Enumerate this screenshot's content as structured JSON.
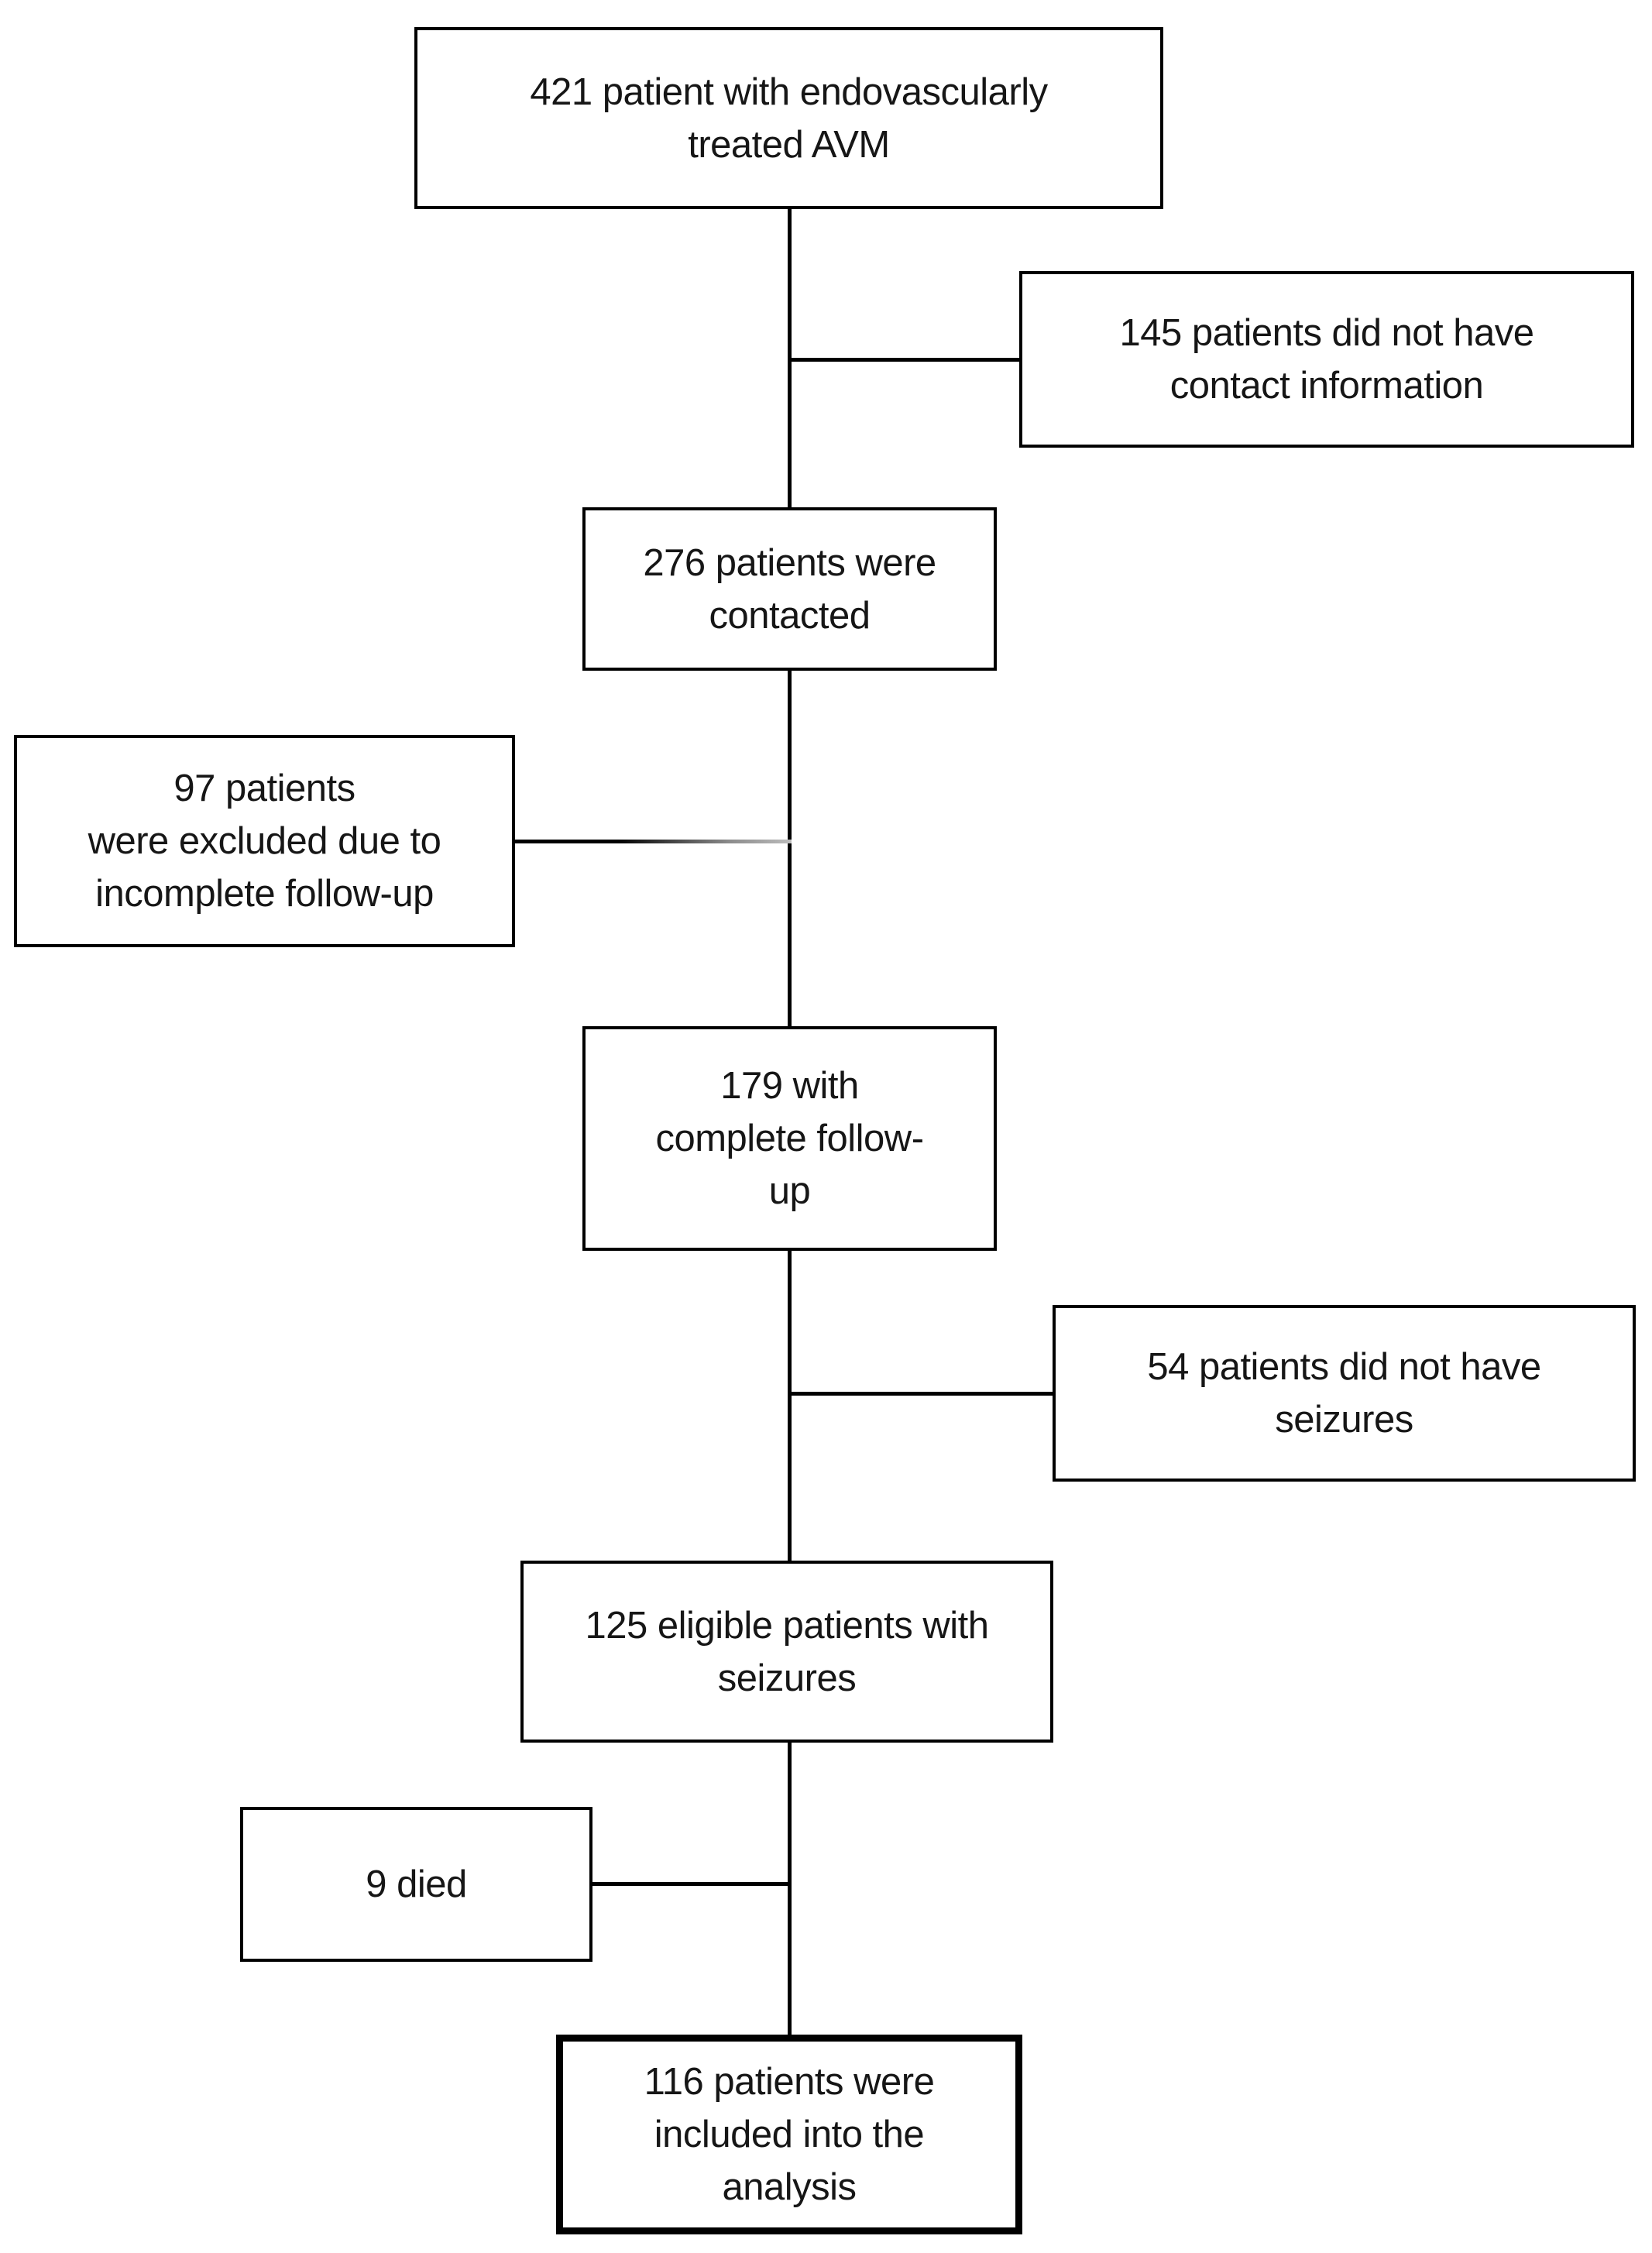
{
  "figure": {
    "type": "flowchart",
    "background": "#ffffff",
    "line_color": "#000000",
    "text_color": "#161616",
    "faded_connector_color": "#8c8c8c",
    "nodes": [
      {
        "id": "treated-avm",
        "value": 421,
        "text": "421 patient with endovascularly\ntreated AVM",
        "emphasis": false
      },
      {
        "id": "no-contact-info",
        "value": 145,
        "text": "145 patients did not have\ncontact information",
        "emphasis": false,
        "kind": "exclusion",
        "side": "right"
      },
      {
        "id": "contacted",
        "value": 276,
        "text": "276 patients were\ncontacted",
        "emphasis": false
      },
      {
        "id": "excluded-incomplete-followup",
        "value": 97,
        "text": "97 patients\nwere excluded due to\nincomplete follow-up",
        "emphasis": false,
        "kind": "exclusion",
        "side": "left"
      },
      {
        "id": "complete-followup",
        "value": 179,
        "text": "179 with\ncomplete follow-\nup",
        "emphasis": false
      },
      {
        "id": "no-seizures",
        "value": 54,
        "text": "54 patients did not have\nseizures",
        "emphasis": false,
        "kind": "exclusion",
        "side": "right"
      },
      {
        "id": "eligible-with-seizures",
        "value": 125,
        "text": "125 eligible patients with\nseizures",
        "emphasis": false
      },
      {
        "id": "died",
        "value": 9,
        "text": "9 died",
        "emphasis": false,
        "kind": "exclusion",
        "side": "left"
      },
      {
        "id": "included-in-analysis",
        "value": 116,
        "text": "116 patients were\nincluded into the\nanalysis",
        "emphasis": true
      }
    ],
    "flow": [
      {
        "from": "treated-avm",
        "to": "contacted"
      },
      {
        "from": "contacted",
        "to": "complete-followup"
      },
      {
        "from": "complete-followup",
        "to": "eligible-with-seizures"
      },
      {
        "from": "eligible-with-seizures",
        "to": "included-in-analysis"
      }
    ],
    "branches": [
      {
        "box": "no-contact-info",
        "between": [
          "treated-avm",
          "contacted"
        ],
        "side": "right"
      },
      {
        "box": "excluded-incomplete-followup",
        "between": [
          "contacted",
          "complete-followup"
        ],
        "side": "left"
      },
      {
        "box": "no-seizures",
        "between": [
          "complete-followup",
          "eligible-with-seizures"
        ],
        "side": "right"
      },
      {
        "box": "died",
        "between": [
          "eligible-with-seizures",
          "included-in-analysis"
        ],
        "side": "left"
      }
    ]
  }
}
